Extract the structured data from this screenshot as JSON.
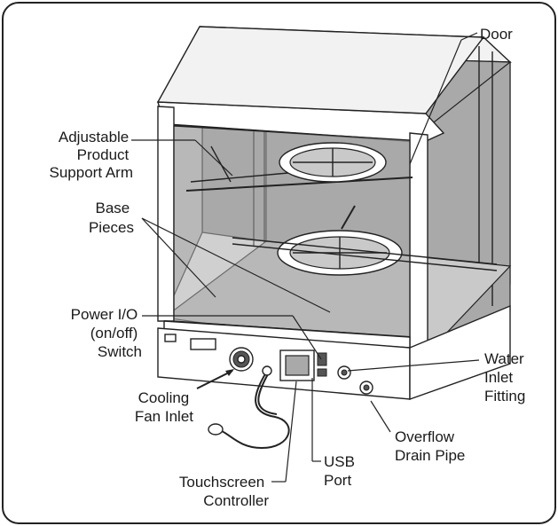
{
  "labels": {
    "door": "Door",
    "support_arm": [
      "Adjustable",
      "Product",
      "Support Arm"
    ],
    "base_pieces": [
      "Base",
      "Pieces"
    ],
    "power_switch": [
      "Power I/O",
      "(on/off)",
      "Switch"
    ],
    "cooling_fan": [
      "Cooling",
      "Fan Inlet"
    ],
    "water_inlet": [
      "Water",
      "Inlet",
      "Fitting"
    ],
    "overflow_drain": [
      "Overflow",
      "Drain Pipe"
    ],
    "usb_port": [
      "USB",
      "Port"
    ],
    "touchscreen": [
      "Touchscreen",
      "Controller"
    ]
  }
}
